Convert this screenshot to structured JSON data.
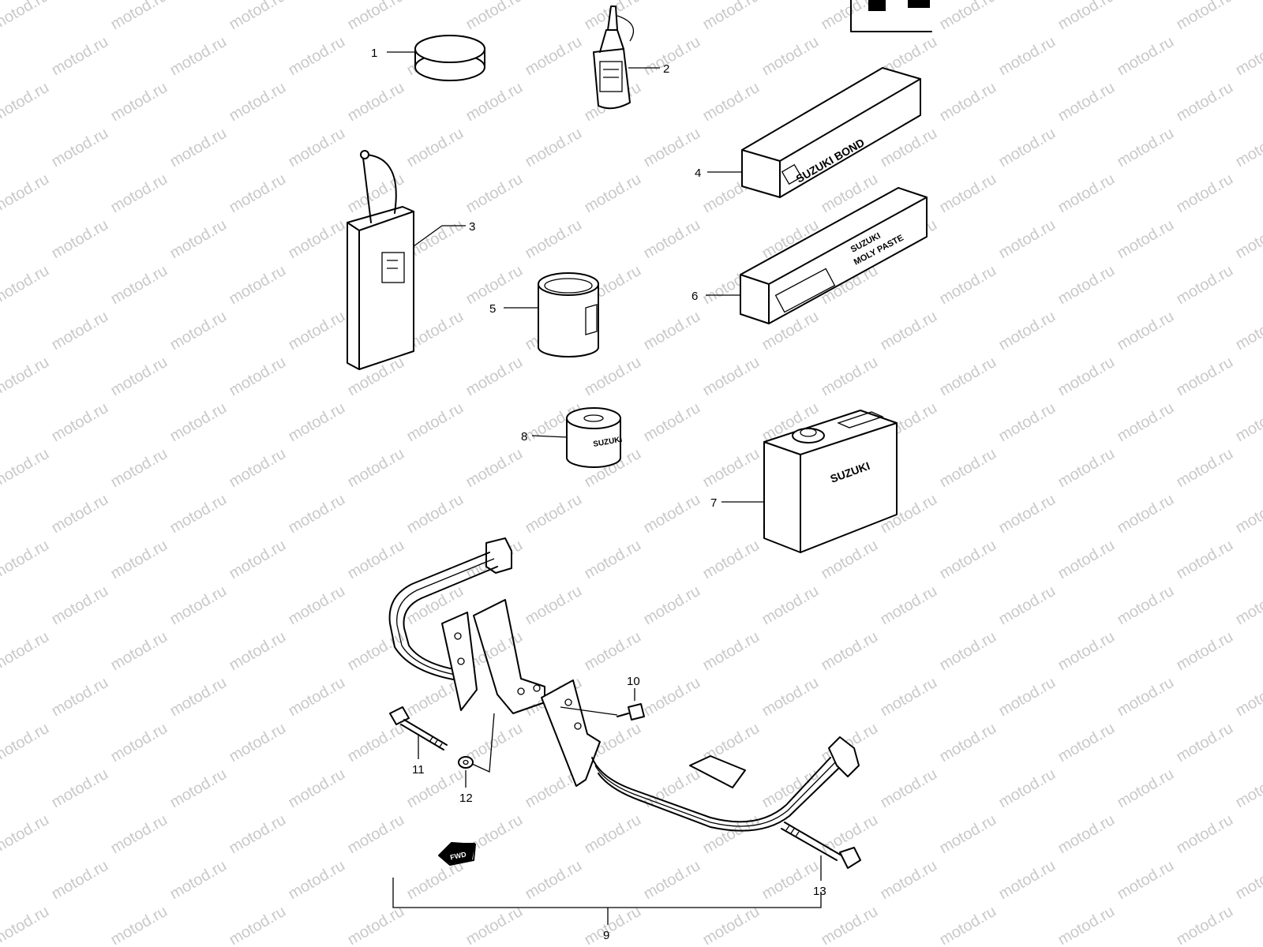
{
  "watermark": "motod.ru",
  "part_labels": {
    "p1": "1",
    "p2": "2",
    "p3": "3",
    "p4": "4",
    "p5": "5",
    "p6": "6",
    "p7": "7",
    "p8": "8",
    "p9": "9",
    "p10": "10",
    "p11": "11",
    "p12": "12",
    "p13": "13"
  },
  "package_text": {
    "bond_brand": "SUZUKI BOND",
    "moly_brand": "SUZUKI",
    "moly_product": "MOLY PASTE",
    "can_brand": "SUZUKI",
    "tin_brand": "SUZUKI",
    "fwd_arrow": "FWD"
  }
}
